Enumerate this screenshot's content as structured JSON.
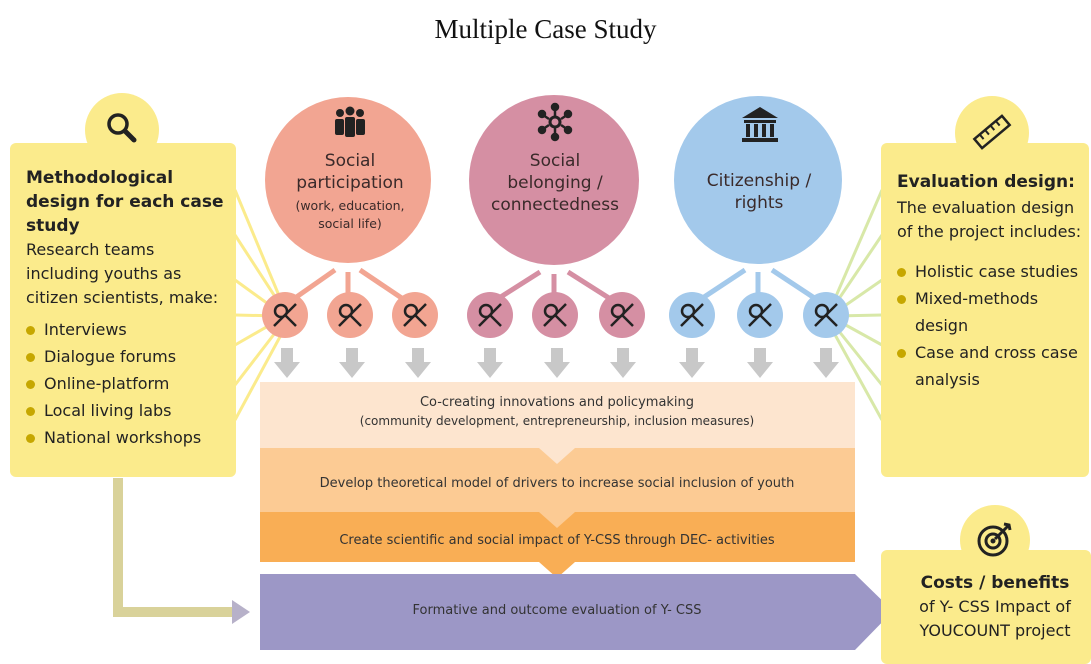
{
  "title": "Multiple Case Study",
  "left_panel": {
    "heading": "Methodological design for each case study",
    "description": "Research teams including youths as citizen scientists, make:",
    "items": [
      "Interviews",
      "Dialogue forums",
      "Online-platform",
      "Local living labs",
      "National workshops"
    ],
    "icon": "magnifier-icon"
  },
  "right_panel": {
    "heading": "Evaluation design:",
    "description": "The evaluation design of the project includes:",
    "items": [
      "Holistic case studies",
      "Mixed-methods design",
      "Case and cross case analysis"
    ],
    "icon": "ruler-icon"
  },
  "circles": [
    {
      "title": "Social participation",
      "subtitle": "(work, education, social life)",
      "color": "#f2a592",
      "icon": "people-icon"
    },
    {
      "title": "Social belonging / connectedness",
      "subtitle": "",
      "color": "#d58fa3",
      "icon": "network-icon"
    },
    {
      "title": "Citizenship / rights",
      "subtitle": "",
      "color": "#a3c9eb",
      "icon": "institution-icon"
    }
  ],
  "bands": [
    {
      "title": "Co-creating innovations and policymaking",
      "subtitle": "(community development, entrepreneurship, inclusion measures)",
      "color": "#fde5cf"
    },
    {
      "title": "Develop theoretical model of drivers to increase social inclusion of youth",
      "color": "#fccb94"
    },
    {
      "title": "Create scientific and social impact of Y-CSS through DEC- activities",
      "color": "#f9ae55"
    }
  ],
  "evaluation_arrow": {
    "label": "Formative and outcome evaluation of Y- CSS",
    "color": "#9c97c6"
  },
  "costs_panel": {
    "heading": "Costs / benefits",
    "description": "of Y- CSS Impact of YOUCOUNT project",
    "icon": "target-icon"
  },
  "colors": {
    "panel_yellow": "#fbeb8c",
    "bullet": "#c6a700",
    "down_arrow": "#c8c8c8"
  }
}
